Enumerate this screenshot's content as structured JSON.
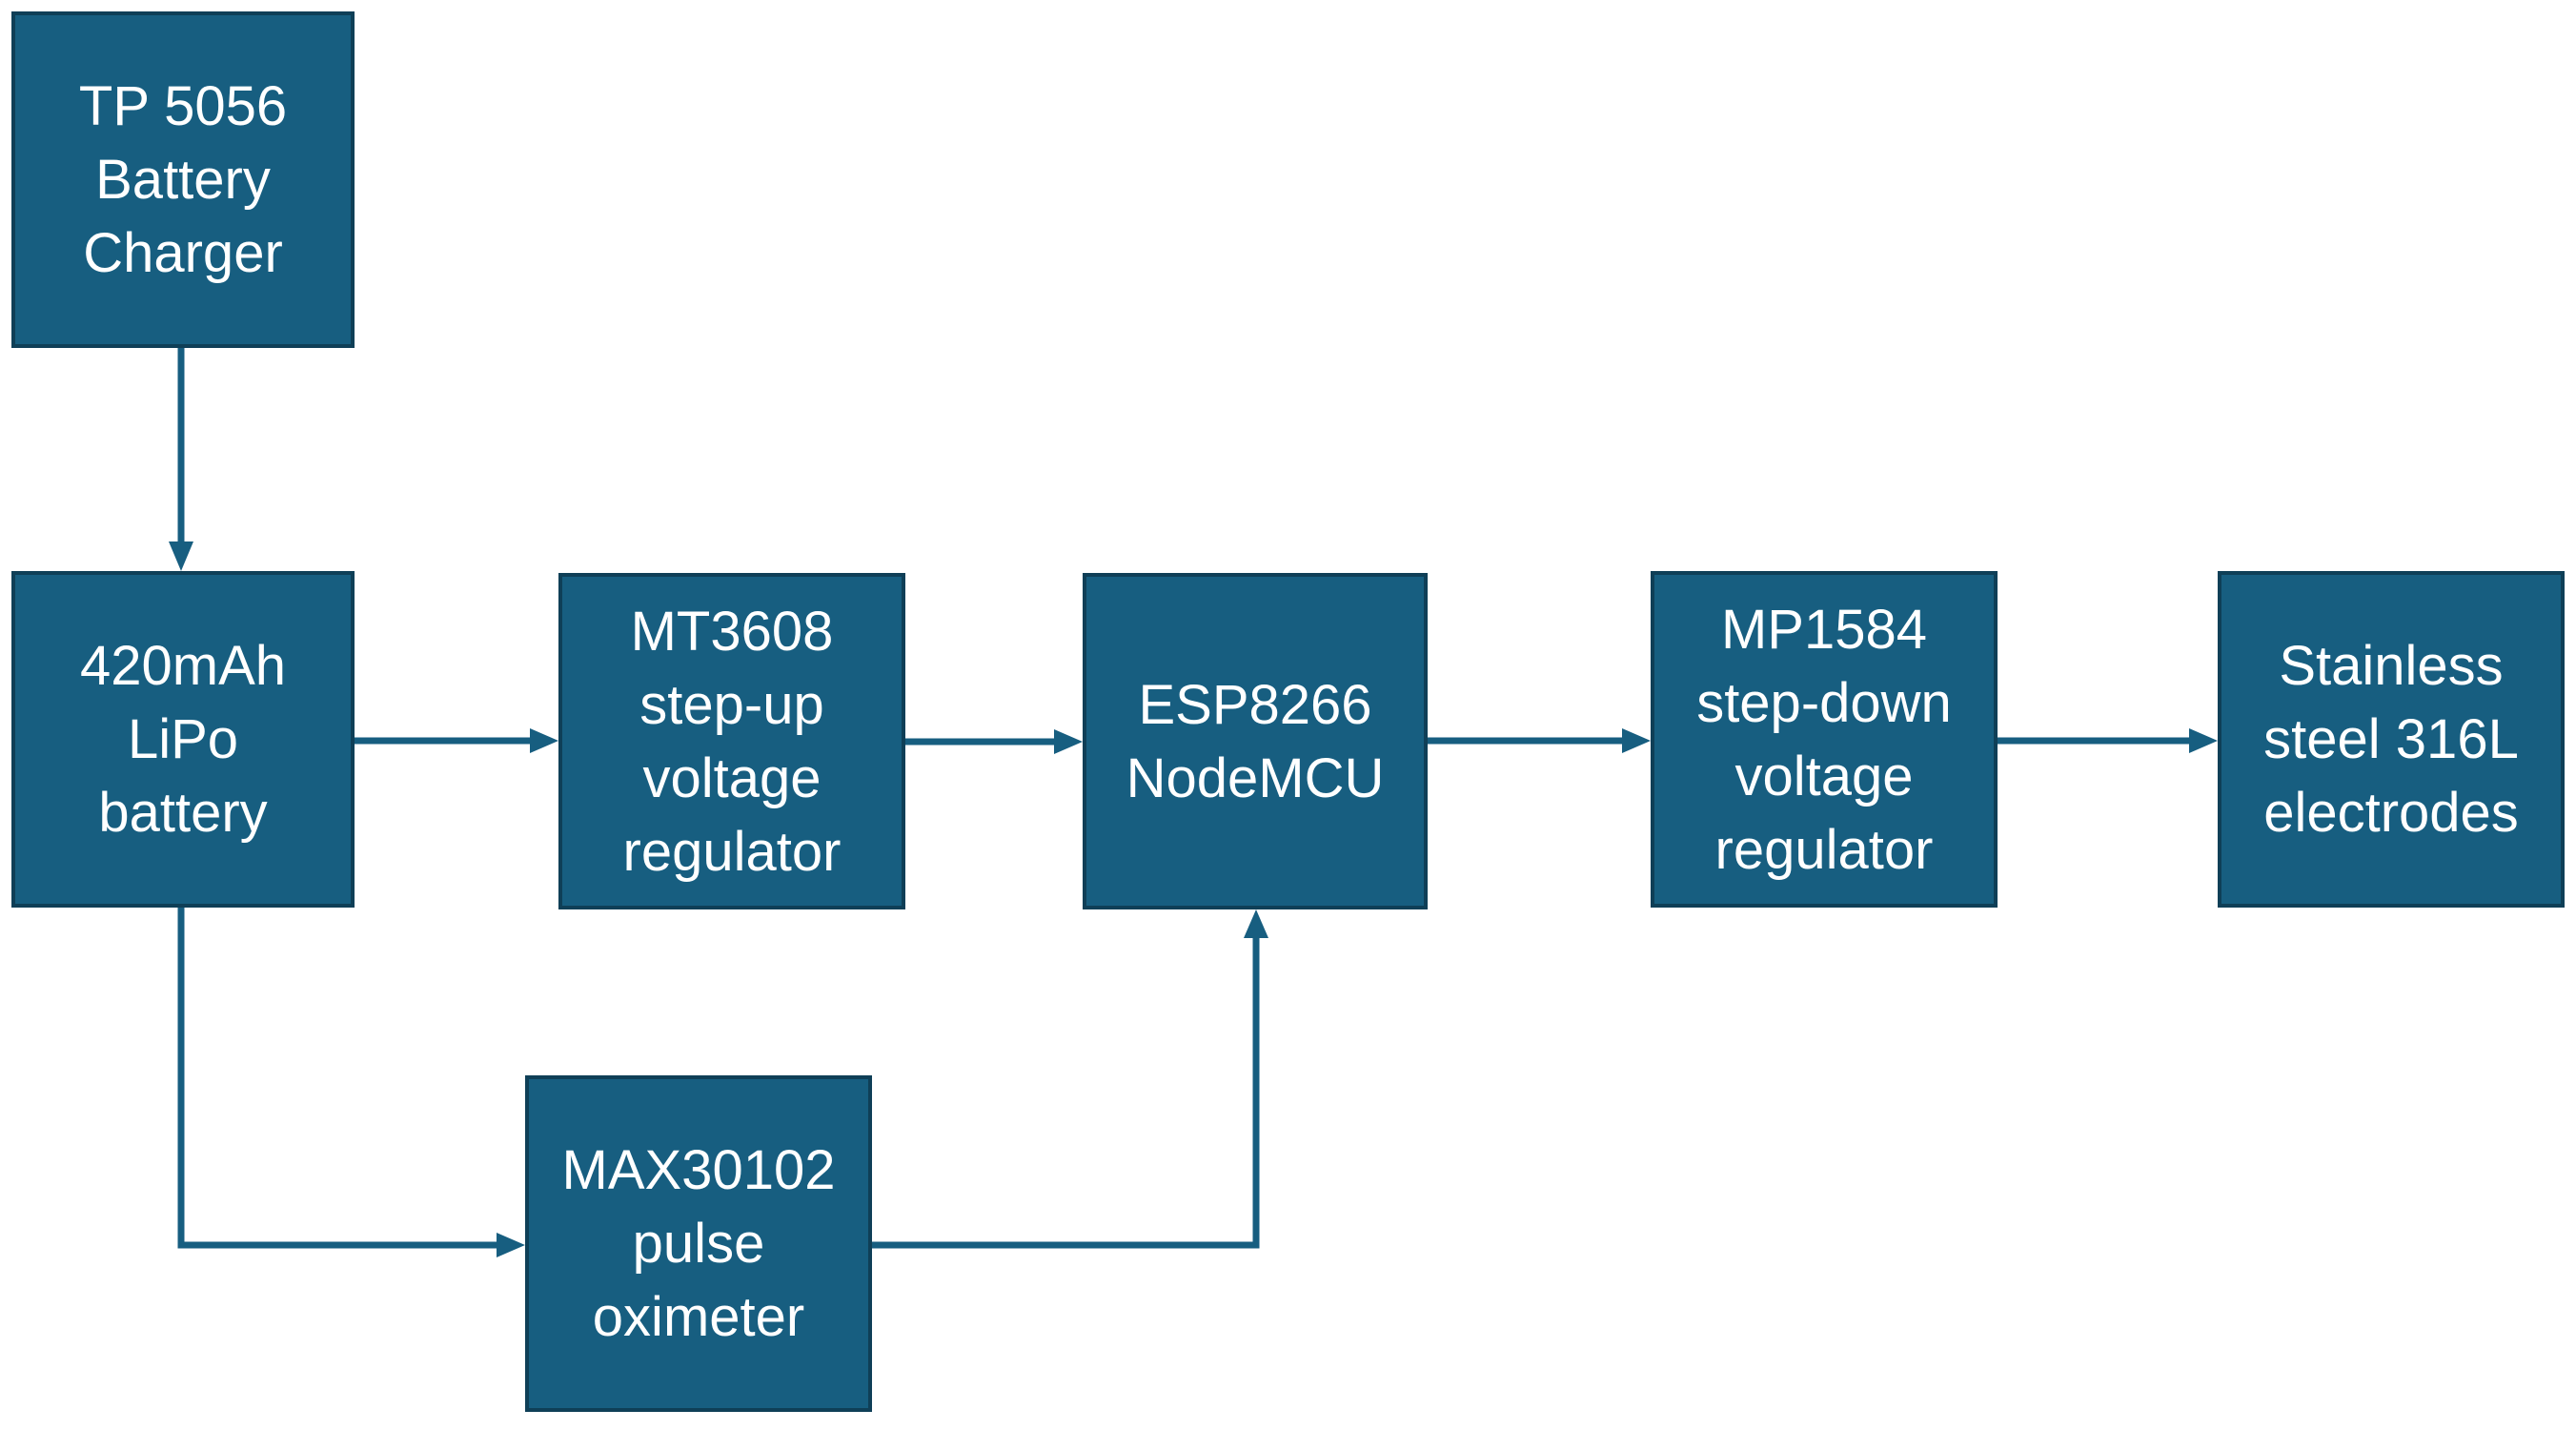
{
  "nodes": {
    "charger": {
      "lines": [
        "TP 5056",
        "Battery",
        "Charger"
      ]
    },
    "battery": {
      "lines": [
        "420mAh",
        "LiPo",
        "battery"
      ]
    },
    "stepup": {
      "lines": [
        "MT3608",
        "step-up",
        "voltage",
        "regulator"
      ]
    },
    "esp": {
      "lines": [
        "ESP8266",
        "NodeMCU"
      ]
    },
    "stepdown": {
      "lines": [
        "MP1584",
        "step-down",
        "voltage",
        "regulator"
      ]
    },
    "electrode": {
      "lines": [
        "Stainless",
        "steel 316L",
        "electrodes"
      ]
    },
    "oximeter": {
      "lines": [
        "MAX30102",
        "pulse",
        "oximeter"
      ]
    }
  },
  "edges": [
    {
      "from": "charger",
      "to": "battery"
    },
    {
      "from": "battery",
      "to": "stepup"
    },
    {
      "from": "stepup",
      "to": "esp"
    },
    {
      "from": "esp",
      "to": "stepdown"
    },
    {
      "from": "stepdown",
      "to": "electrode"
    },
    {
      "from": "battery",
      "to": "oximeter"
    },
    {
      "from": "oximeter",
      "to": "esp"
    }
  ],
  "colors": {
    "box_fill": "#175e80",
    "box_border": "#0f3f57",
    "text": "#ffffff",
    "connector": "#175e80"
  }
}
